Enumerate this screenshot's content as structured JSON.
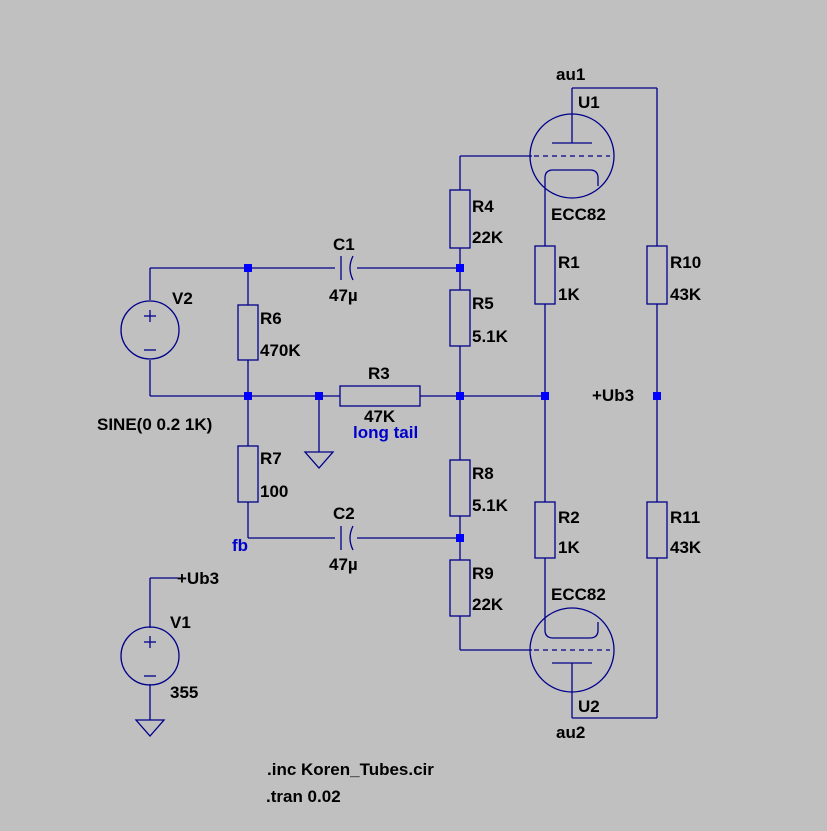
{
  "components": {
    "U1": {
      "name": "U1",
      "model": "ECC82"
    },
    "U2": {
      "name": "U2",
      "model": "ECC82"
    },
    "R1": {
      "name": "R1",
      "value": "1K"
    },
    "R2": {
      "name": "R2",
      "value": "1K"
    },
    "R3": {
      "name": "R3",
      "value": "47K"
    },
    "R4": {
      "name": "R4",
      "value": "22K"
    },
    "R5": {
      "name": "R5",
      "value": "5.1K"
    },
    "R6": {
      "name": "R6",
      "value": "470K"
    },
    "R7": {
      "name": "R7",
      "value": "100"
    },
    "R8": {
      "name": "R8",
      "value": "5.1K"
    },
    "R9": {
      "name": "R9",
      "value": "22K"
    },
    "R10": {
      "name": "R10",
      "value": "43K"
    },
    "R11": {
      "name": "R11",
      "value": "43K"
    },
    "C1": {
      "name": "C1",
      "value": "47µ"
    },
    "C2": {
      "name": "C2",
      "value": "47µ"
    },
    "V1": {
      "name": "V1",
      "value": "355"
    },
    "V2": {
      "name": "V2",
      "value": "SINE(0 0.2 1K)"
    }
  },
  "nets": {
    "au1": "au1",
    "au2": "au2",
    "ub3_right": "+Ub3",
    "ub3_left": "+Ub3",
    "long_tail": "long tail",
    "fb": "fb"
  },
  "directives": {
    "include": ".inc Koren_Tubes.cir",
    "tran": ".tran 0.02"
  },
  "colors": {
    "background": "#c0c0c0",
    "wire": "#00008b",
    "junction": "#0000ff",
    "net_label": "#0000cc"
  }
}
